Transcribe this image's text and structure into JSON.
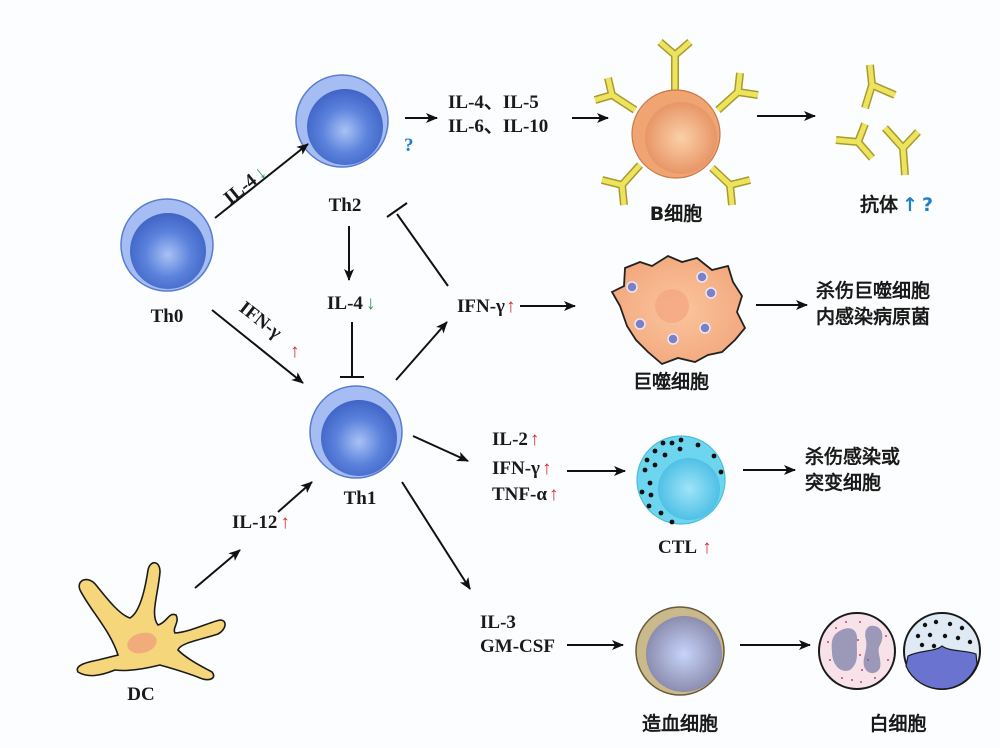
{
  "title": "Th1/Th2 cell differentiation and effector functions",
  "colors": {
    "up_arrow": "#d42a2a",
    "down_arrow": "#1e9a55",
    "question_mark": "#1f7fc9",
    "t_cell": "#4a74d6",
    "b_cell": "#f2a06a",
    "antibody": "#e8df5a",
    "macrophage": "#f7bf99",
    "ctl": "#5dd0ea",
    "hematopoietic": "#9a9cc6",
    "dc": "#f4d272"
  },
  "cells": {
    "th0": {
      "label": "Th0"
    },
    "th2": {
      "label": "Th2"
    },
    "th1": {
      "label": "Th1"
    },
    "b_cell": {
      "label": "B细胞"
    },
    "antibody": {
      "label": "抗体",
      "trend": "↑",
      "question": "?"
    },
    "macrophage": {
      "label": "巨噬细胞"
    },
    "ctl": {
      "label": "CTL",
      "trend": "↑"
    },
    "dc": {
      "label": "DC"
    },
    "hematopoietic": {
      "label": "造血细胞"
    },
    "leukocyte": {
      "label": "白细胞"
    }
  },
  "signals": {
    "th0_to_th2": {
      "label": "IL-4",
      "trend": "↓"
    },
    "th0_to_th1": {
      "label": "IFN-γ",
      "trend": "↑"
    },
    "th2_question": "?",
    "th2_cytokines": {
      "line1": "IL-4、IL-5",
      "line2": "IL-6、IL-10"
    },
    "th2_il4": {
      "label": "IL-4",
      "trend": "↓"
    },
    "th1_ifn": {
      "label": "IFN-γ",
      "trend": "↑"
    },
    "th1_ctl": [
      {
        "label": "IL-2",
        "trend": "↑"
      },
      {
        "label": "IFN-γ",
        "trend": "↑"
      },
      {
        "label": "TNF-α",
        "trend": "↑"
      }
    ],
    "dc_il12": {
      "label": "IL-12",
      "trend": "↑"
    },
    "hema": {
      "line1": "IL-3",
      "line2": "GM-CSF"
    }
  },
  "outcomes": {
    "macrophage_kill": {
      "line1": "杀伤巨噬细胞",
      "line2": "内感染病原菌"
    },
    "ctl_kill": {
      "line1": "杀伤感染或",
      "line2": "突变细胞"
    }
  }
}
